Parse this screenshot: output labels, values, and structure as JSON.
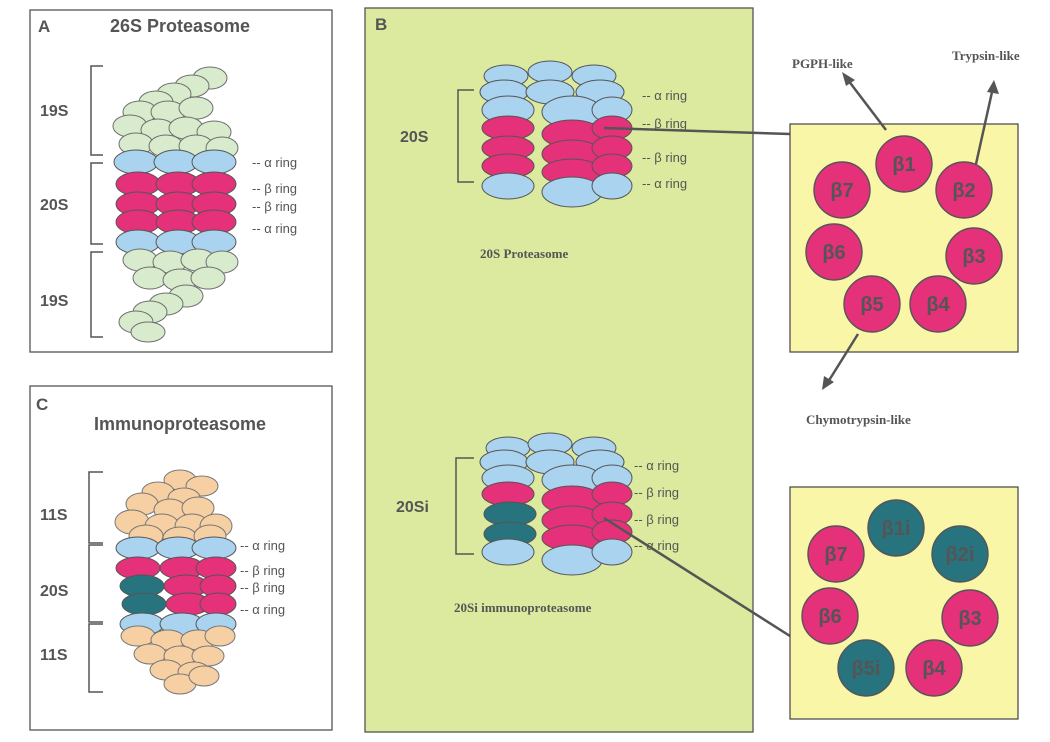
{
  "panel_a": {
    "letter": "A",
    "title": "26S Proteasome",
    "label_top": "19S",
    "label_mid": "20S",
    "label_bottom": "19S",
    "rings": [
      "-- α ring",
      "-- β ring",
      "-- β ring",
      "-- α ring"
    ]
  },
  "panel_b": {
    "letter": "B",
    "top": {
      "label": "20S",
      "rings": [
        "-- α ring",
        "-- β ring",
        "-- β ring",
        "-- α ring"
      ],
      "caption": "20S Proteasome"
    },
    "bottom": {
      "label": "20Si",
      "rings": [
        "-- α ring",
        "-- β ring",
        "-- β ring",
        "-- α ring"
      ],
      "caption": "20Si immunoproteasome"
    }
  },
  "panel_c": {
    "letter": "C",
    "title": "Immunoproteasome",
    "label_top": "11S",
    "label_mid": "20S",
    "label_bottom": "11S",
    "rings": [
      "-- α ring",
      "-- β ring",
      "-- β ring",
      "-- α ring"
    ]
  },
  "ring_top": {
    "subunits": [
      "β1",
      "β2",
      "β3",
      "β4",
      "β5",
      "β6",
      "β7"
    ],
    "activities": {
      "pgph": "PGPH-like",
      "trypsin": "Trypsin-like",
      "chymo": "Chymotrypsin-like"
    }
  },
  "ring_bottom": {
    "subunits": [
      "β1i",
      "β2i",
      "β3",
      "β4",
      "β5i",
      "β6",
      "β7"
    ]
  },
  "colors": {
    "alpha": "#a9d3ef",
    "beta": "#e5307a",
    "immuno": "#27737e",
    "nineteen_s": "#d8ebcc",
    "eleven_s": "#f6cfa3",
    "panel_b_bg": "#dcea9f",
    "ring_box_bg": "#f9f6a8"
  }
}
